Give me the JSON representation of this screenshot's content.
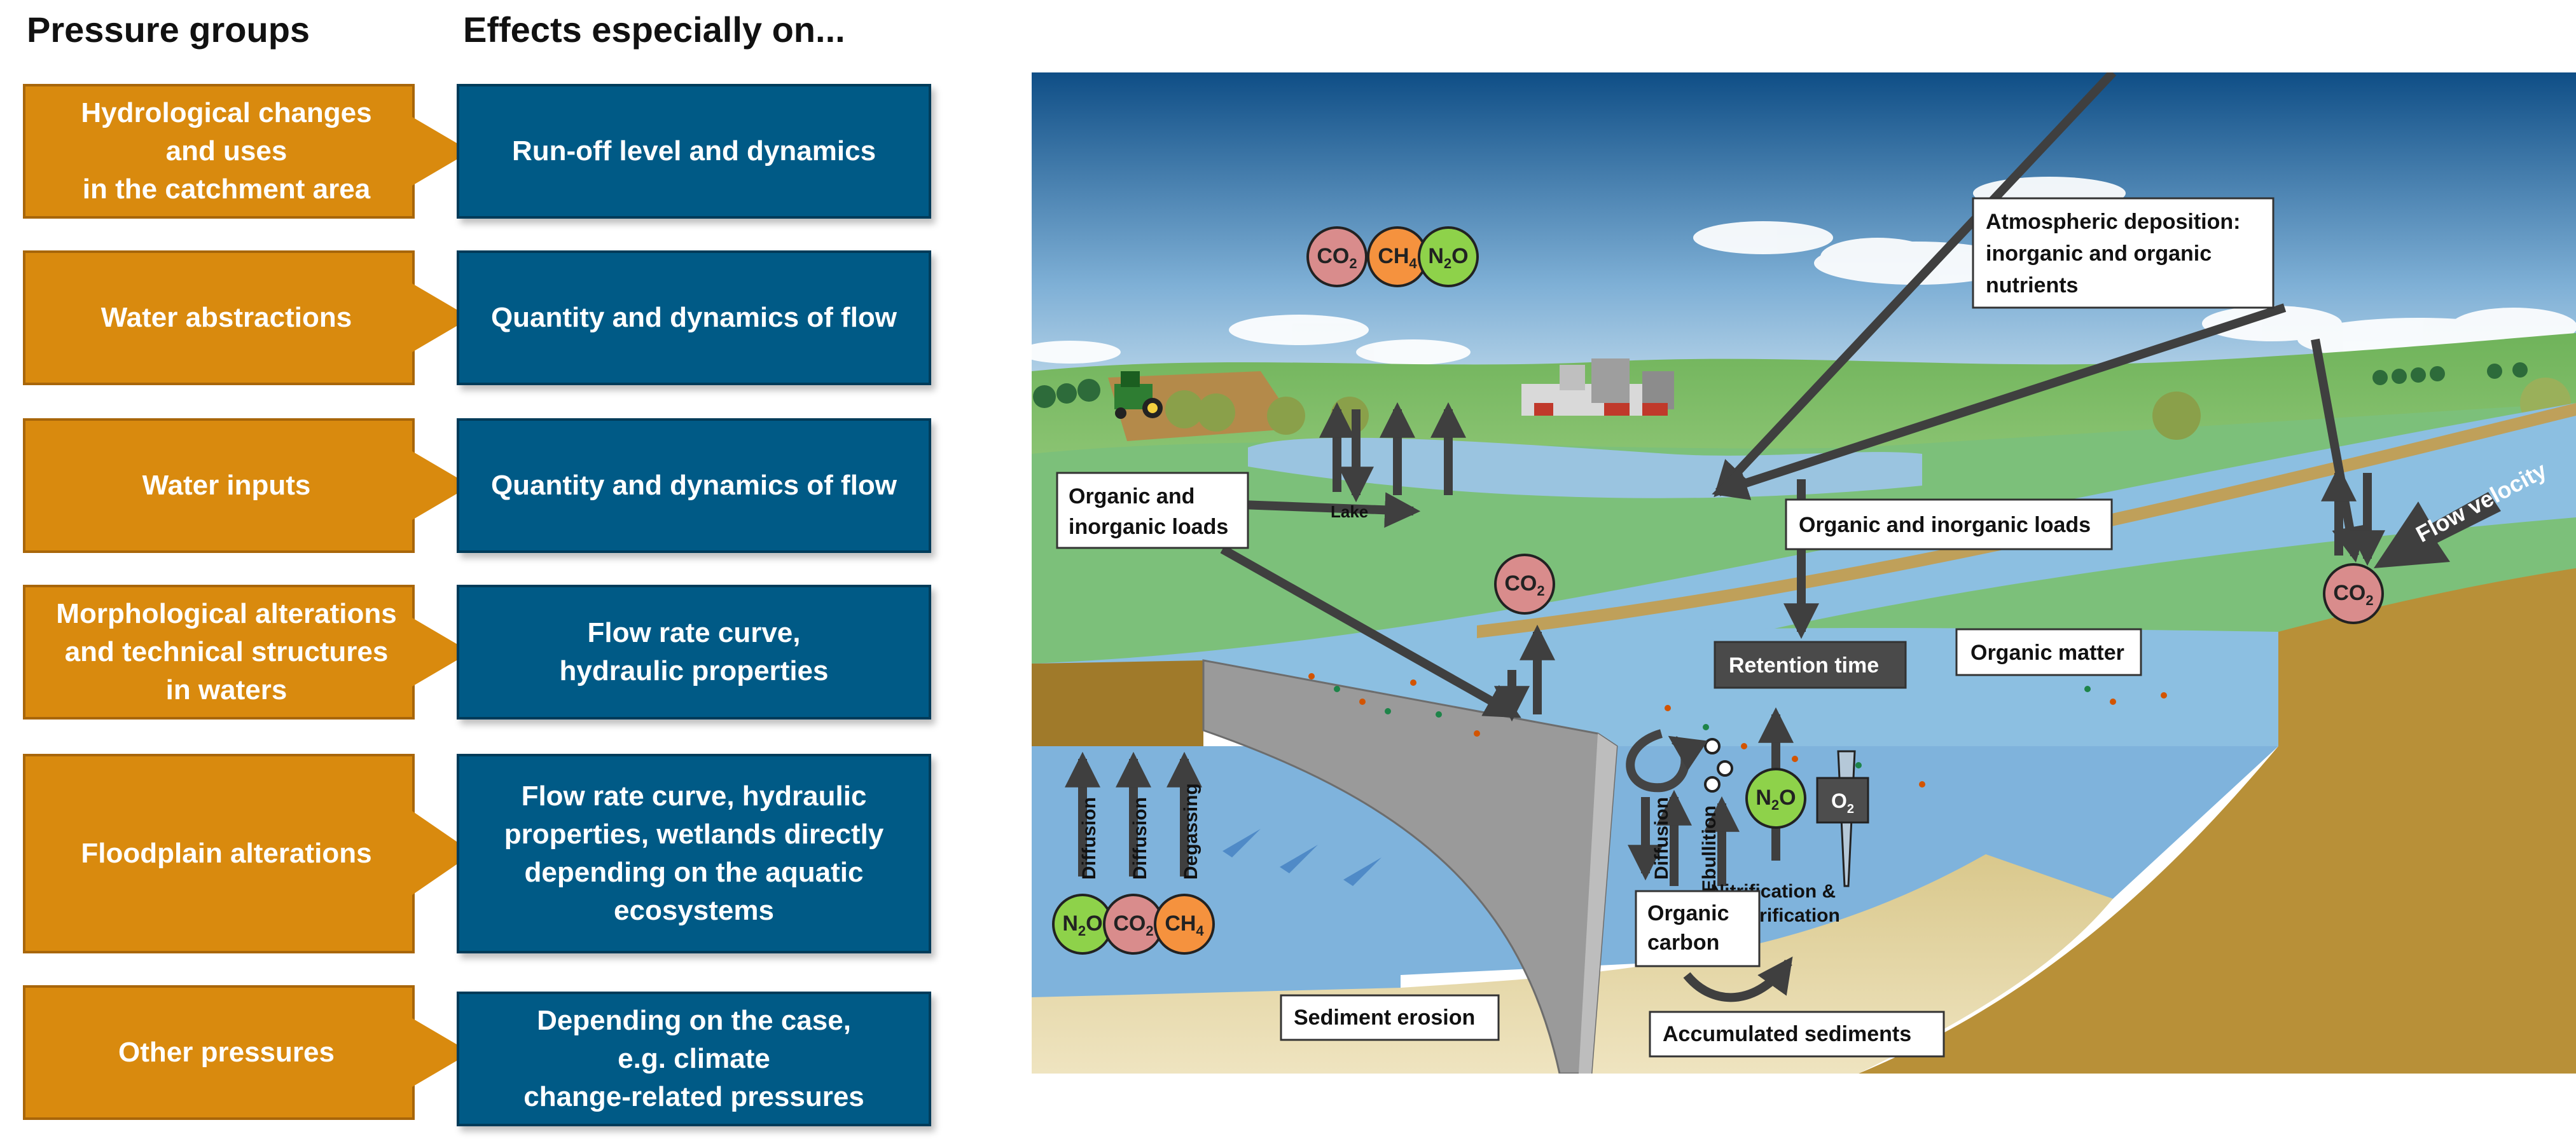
{
  "headers": {
    "pressure_groups": "Pressure groups",
    "effects": "Effects especially on..."
  },
  "rows": [
    {
      "pressure": "Hydrological changes\nand uses\nin the catchment area",
      "effect": "Run-off level and dynamics"
    },
    {
      "pressure": "Water abstractions",
      "effect": "Quantity and dynamics of flow"
    },
    {
      "pressure": "Water inputs",
      "effect": "Quantity and dynamics of flow"
    },
    {
      "pressure": "Morphological alterations\nand technical structures\nin waters",
      "effect": "Flow rate curve,\nhydraulic properties"
    },
    {
      "pressure": "Floodplain alterations",
      "effect": "Flow rate curve,  hydraulic\nproperties, wetlands directly\ndepending  on the aquatic\necosystems"
    },
    {
      "pressure": "Other pressures",
      "effect": "Depending on the case,\ne.g. climate\nchange-related pressures"
    }
  ],
  "diagram": {
    "labels": {
      "atmospheric_deposition": [
        "Atmospheric deposition:",
        "inorganic and organic",
        "nutrients"
      ],
      "organic_inorganic_loads_left": [
        "Organic and",
        "inorganic loads"
      ],
      "organic_inorganic_loads_right": "Organic and inorganic loads",
      "lake": "Lake",
      "flow_velocity": "Flow velocity",
      "retention_time": "Retention time",
      "organic_matter": "Organic matter",
      "organic_carbon": [
        "Organic",
        "carbon"
      ],
      "sediment_erosion": "Sediment erosion",
      "accumulated_sediments": "Accumulated sediments",
      "nitrification": [
        "Nitrification &",
        "Denitrification"
      ],
      "diffusion": "Diffusion",
      "degassing": "Degassing",
      "ebullition": "Ebullition"
    },
    "gases": {
      "co2": "CO",
      "ch4": "CH",
      "n2o_n": "N",
      "n2o_o": "O",
      "o2": "O",
      "sub2": "2",
      "sub4": "4"
    },
    "colors": {
      "pressure": "#d98a0e",
      "effect": "#005a86",
      "co2": "#d98c8c",
      "ch4": "#f5923e",
      "n2o": "#8ed24a",
      "water": "#7fb3dc"
    }
  }
}
